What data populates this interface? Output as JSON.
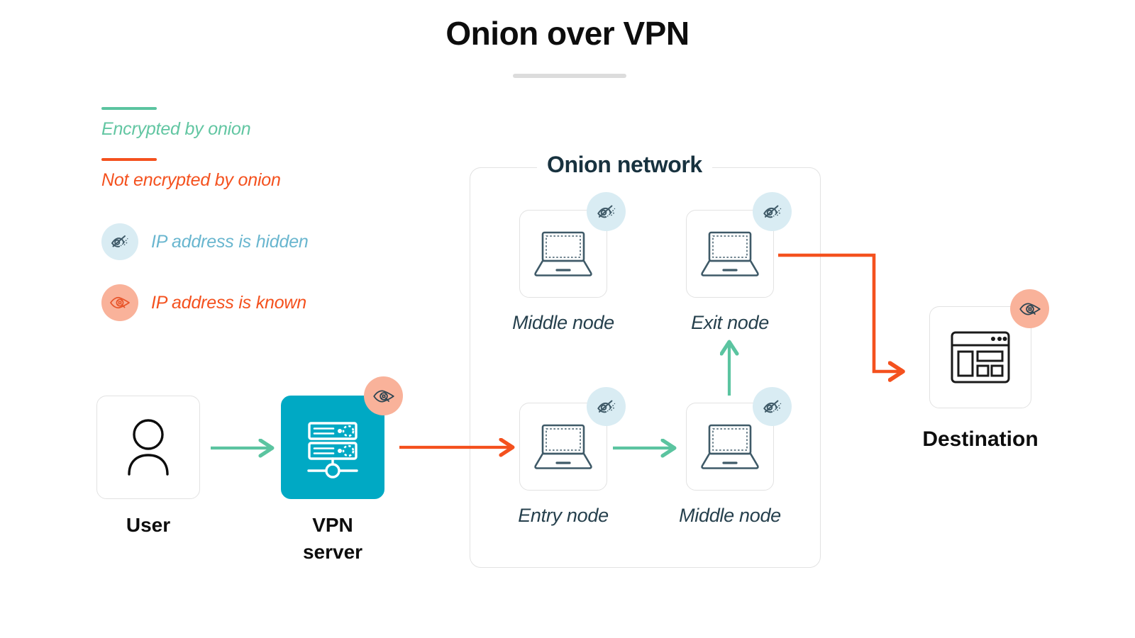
{
  "page": {
    "title": "Onion over VPN",
    "background": "#ffffff"
  },
  "colors": {
    "encrypted_green": "#5bc4a0",
    "not_encrypted_orange": "#f4511e",
    "hidden_badge_bg": "#d9ecf3",
    "known_badge_bg": "#f9b29a",
    "vpn_server_fill": "#00a9c4",
    "node_stroke": "#3f5a68",
    "box_border": "#e2e2e2",
    "title_text": "#0d0d0d",
    "italic_label": "#26404d",
    "hidden_text": "#69b6cf"
  },
  "legend": {
    "items": [
      {
        "kind": "line",
        "label": "Encrypted by onion",
        "swatch": "green-line",
        "icon": "line-swatch-green"
      },
      {
        "kind": "line",
        "label": "Not encrypted by onion",
        "swatch": "orange-line",
        "icon": "line-swatch-orange"
      },
      {
        "kind": "badge",
        "label": "IP address is hidden",
        "swatch": "hidden-eye",
        "icon": "eye-slash-icon"
      },
      {
        "kind": "badge",
        "label": "IP address is known",
        "swatch": "known-eye",
        "icon": "eye-icon"
      }
    ]
  },
  "onion_network": {
    "title": "Onion network"
  },
  "nodes": {
    "user": {
      "label": "User",
      "icon": "person-icon",
      "badge": "none"
    },
    "vpn_server": {
      "label": "VPN\nserver",
      "label_line1": "VPN",
      "label_line2": "server",
      "icon": "server-rack-icon",
      "badge": "known-eye"
    },
    "entry_node": {
      "label": "Entry node",
      "icon": "laptop-icon",
      "badge": "hidden-eye"
    },
    "middle_node_bottom": {
      "label": "Middle node",
      "icon": "laptop-icon",
      "badge": "hidden-eye"
    },
    "middle_node_top": {
      "label": "Middle node",
      "icon": "laptop-icon",
      "badge": "hidden-eye"
    },
    "exit_node": {
      "label": "Exit node",
      "icon": "laptop-icon",
      "badge": "hidden-eye"
    },
    "destination": {
      "label": "Destination",
      "icon": "browser-window-icon",
      "badge": "known-eye"
    }
  },
  "flows": [
    {
      "from": "user",
      "to": "vpn_server",
      "color": "#5bc4a0",
      "meaning": "Encrypted by onion"
    },
    {
      "from": "vpn_server",
      "to": "entry_node",
      "color": "#f4511e",
      "meaning": "Not encrypted by onion"
    },
    {
      "from": "entry_node",
      "to": "middle_node_bottom",
      "color": "#5bc4a0",
      "meaning": "Encrypted by onion"
    },
    {
      "from": "middle_node_bottom",
      "to": "exit_node",
      "color": "#5bc4a0",
      "meaning": "Encrypted by onion"
    },
    {
      "from": "exit_node",
      "to": "destination",
      "color": "#f4511e",
      "meaning": "Not encrypted by onion"
    }
  ]
}
